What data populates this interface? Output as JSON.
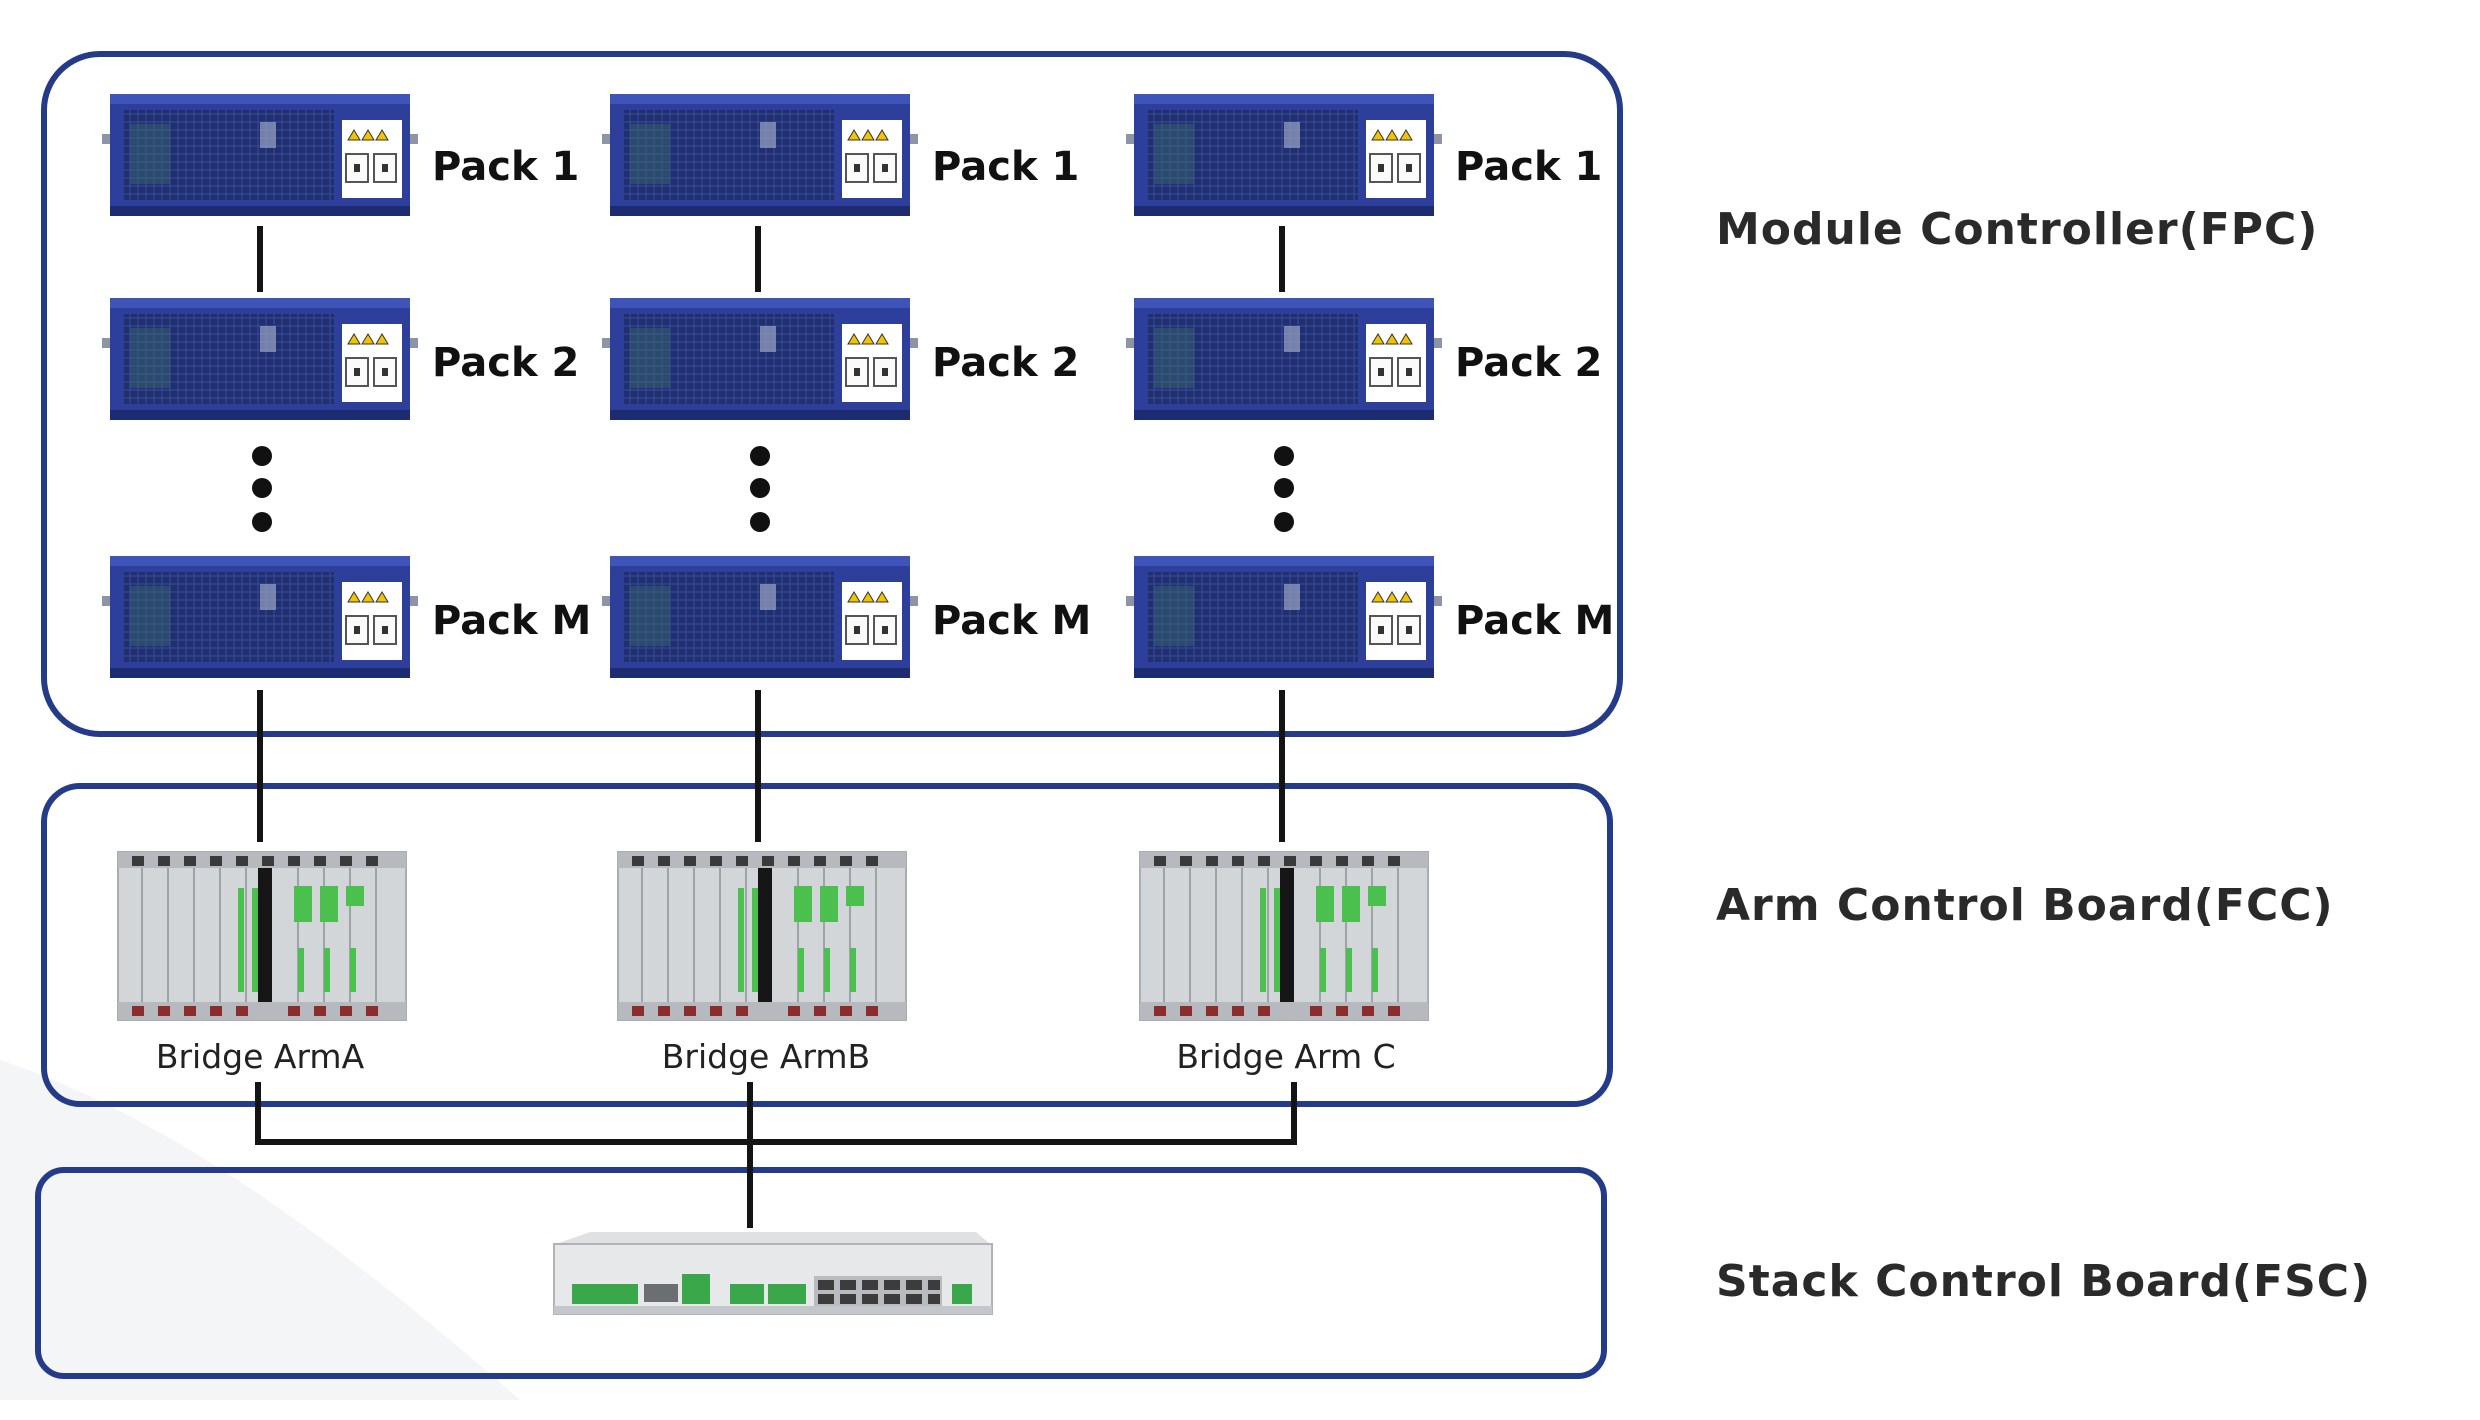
{
  "tiers": {
    "fpc": "Module Controller(FPC)",
    "fcc": "Arm Control Board(FCC)",
    "fsc": "Stack Control Board(FSC)"
  },
  "columns": [
    {
      "packs": [
        "Pack 1",
        "Pack 2",
        "Pack M"
      ],
      "arm": "Bridge ArmA"
    },
    {
      "packs": [
        "Pack 1",
        "Pack 2",
        "Pack M"
      ],
      "arm": "Bridge ArmB"
    },
    {
      "packs": [
        "Pack 1",
        "Pack 2",
        "Pack M"
      ],
      "arm": "Bridge Arm C"
    }
  ],
  "colors": {
    "frame": "#243b8a",
    "pack_body": "#2d3f9a",
    "rack_body": "#cfd3d6",
    "board_green": "#4cc04e",
    "wire": "#141414"
  },
  "icons": {
    "pack": "battery-pack-module-icon",
    "rack": "control-rack-icon",
    "stack": "stack-controller-unit-icon"
  }
}
